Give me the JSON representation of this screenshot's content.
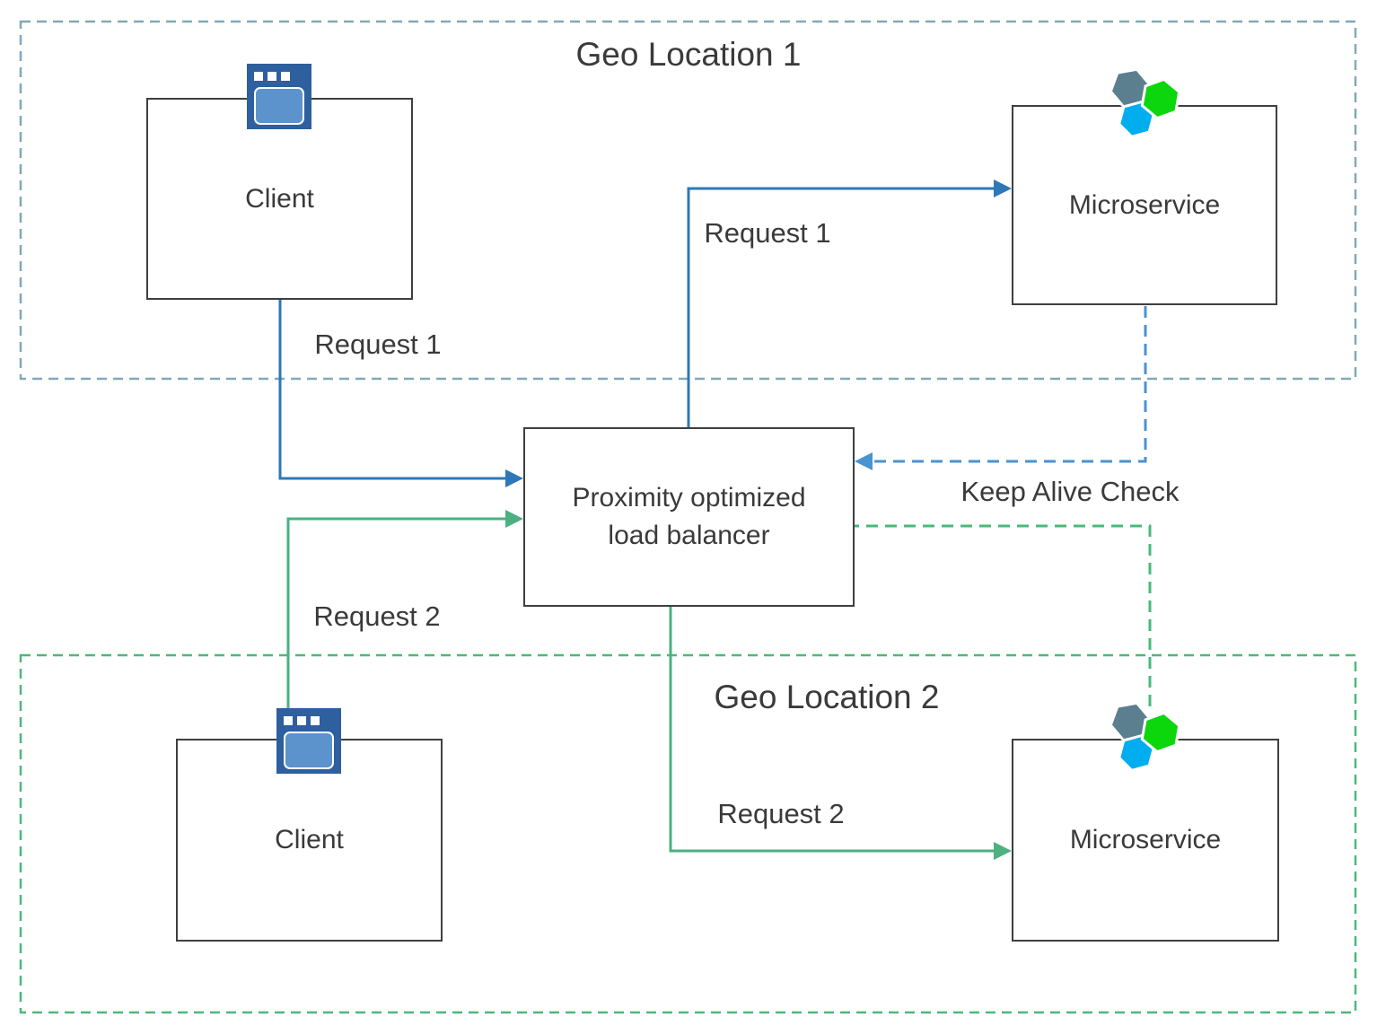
{
  "regions": {
    "geo1": {
      "label": "Geo Location 1",
      "border_color": "#80a9b7"
    },
    "geo2": {
      "label": "Geo Location 2",
      "border_color": "#4db87c"
    }
  },
  "nodes": {
    "client1": {
      "label": "Client",
      "icon": "browser-window-icon"
    },
    "microservice1": {
      "label": "Microservice",
      "icon": "hexagon-cluster-icon"
    },
    "load_balancer": {
      "label_line1": "Proximity optimized",
      "label_line2": "load balancer"
    },
    "client2": {
      "label": "Client",
      "icon": "browser-window-icon"
    },
    "microservice2": {
      "label": "Microservice",
      "icon": "hexagon-cluster-icon"
    }
  },
  "edges": {
    "request1_client_to_lb": {
      "label": "Request 1",
      "style": "solid",
      "color": "#2e77b8"
    },
    "request1_lb_to_microservice": {
      "label": "Request 1",
      "style": "solid",
      "color": "#2e77b8"
    },
    "request2_client_to_lb": {
      "label": "Request 2",
      "style": "solid",
      "color": "#4cb080"
    },
    "request2_lb_to_microservice": {
      "label": "Request 2",
      "style": "solid",
      "color": "#4cb080"
    },
    "keep_alive_ms1_to_lb": {
      "label": "Keep Alive Check",
      "style": "dashed",
      "color": "#4a93d1"
    },
    "keep_alive_ms2_to_lb": {
      "label": "",
      "style": "dashed",
      "color": "#4bb87c"
    }
  },
  "colors": {
    "background": "#ffffff",
    "node_border": "#3f3f3f",
    "text": "#3a3a3a",
    "solid_blue": "#2e77b8",
    "dashed_blue": "#4a93d1",
    "solid_green": "#4cb080",
    "dashed_green": "#4bb87c",
    "client_icon_outer": "#2e5f9f",
    "client_icon_inner": "#5d93cc",
    "hexagon_gray": "#5b7f8f",
    "hexagon_green": "#0cd60c",
    "hexagon_cyan": "#00aeef"
  }
}
